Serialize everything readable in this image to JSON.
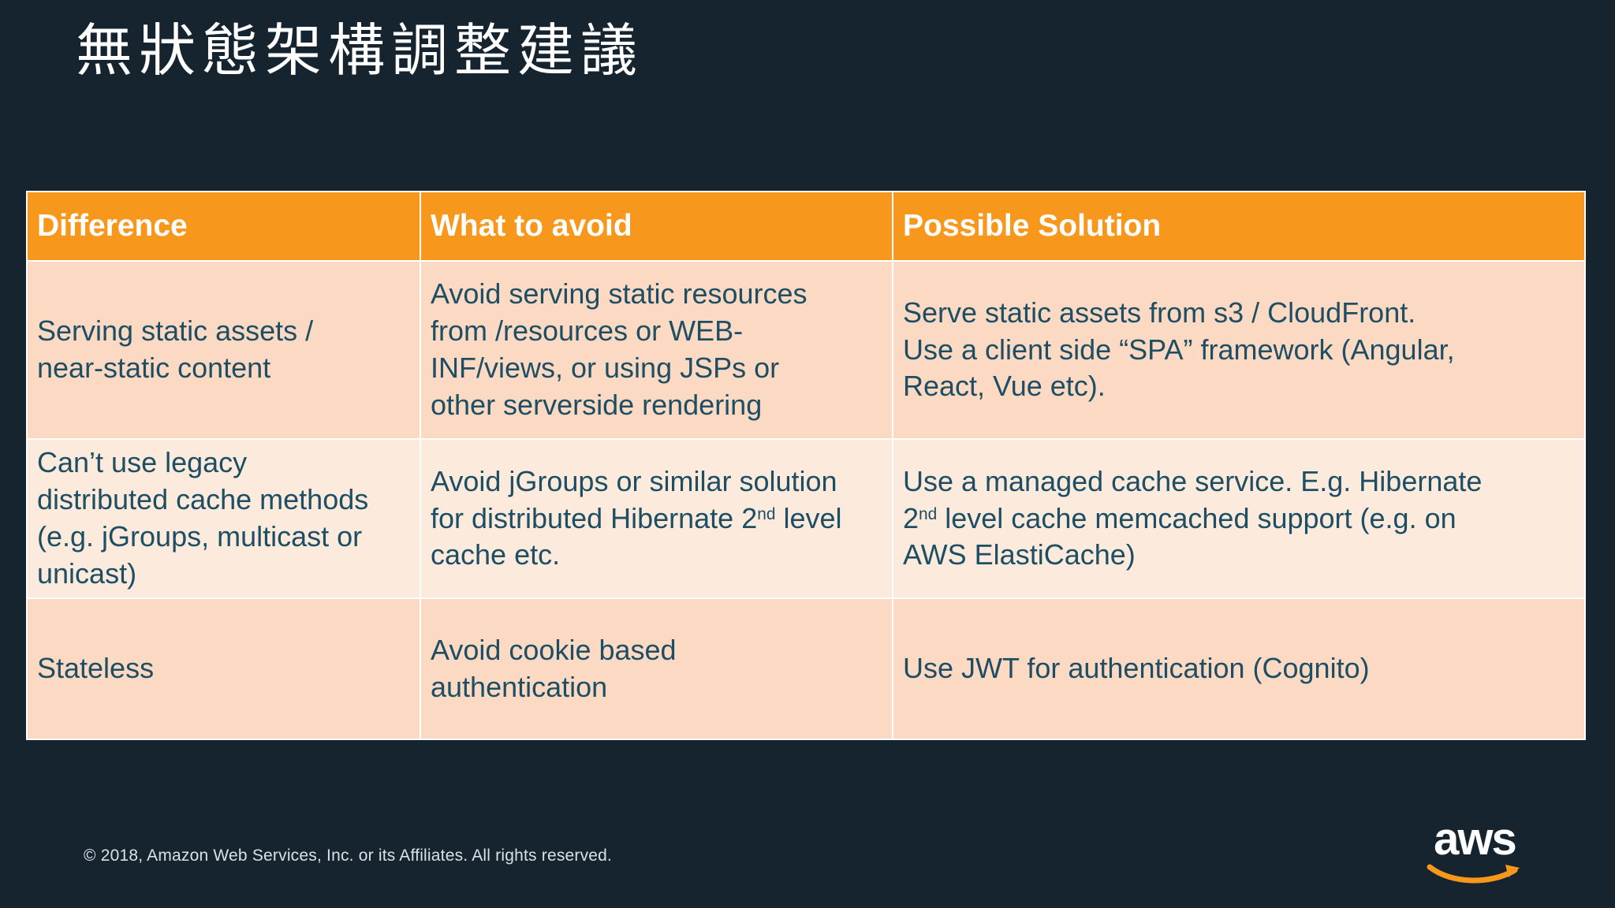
{
  "slide": {
    "title": "無狀態架構調整建議",
    "footer": "© 2018, Amazon Web Services, Inc. or its Affiliates. All rights reserved.",
    "logo": {
      "text": "aws",
      "icon": "amazon-smile-arrow-icon"
    }
  },
  "table": {
    "headers": [
      "Difference",
      "What to avoid",
      "Possible Solution"
    ],
    "rows": [
      {
        "cells": [
          {
            "text": "Serving static assets /\nnear-static content"
          },
          {
            "text": "Avoid serving static resources\nfrom /resources or WEB-\nINF/views, or using JSPs or\nother serverside rendering"
          },
          {
            "text": "Serve static assets from s3 / CloudFront.\nUse a client side “SPA” framework (Angular,\nReact, Vue etc)."
          }
        ]
      },
      {
        "cells": [
          {
            "text": "Can’t use legacy\ndistributed cache methods\n(e.g. jGroups, multicast or\nunicast)"
          },
          {
            "pre": "Avoid jGroups or similar solution\nfor distributed Hibernate 2",
            "sup": "nd",
            "post": " level\ncache etc."
          },
          {
            "pre": "Use a managed cache service. E.g. Hibernate\n2",
            "sup": "nd",
            "post": " level cache memcached support (e.g. on\nAWS ElastiCache)"
          }
        ]
      },
      {
        "cells": [
          {
            "text": "Stateless"
          },
          {
            "text": "Avoid cookie based\nauthentication"
          },
          {
            "text": "Use JWT for authentication (Cognito)"
          }
        ]
      }
    ]
  },
  "colors": {
    "background": "#16242F",
    "accent_orange": "#F7981D",
    "row_peach": "#FBD9C3",
    "row_peach_light": "#FCEADD",
    "cell_text": "#1E4E63",
    "header_text": "#FFFFFF",
    "title_text": "#FFFFFF",
    "footer_text": "#D9E1E7",
    "border": "#FFFFFF"
  }
}
